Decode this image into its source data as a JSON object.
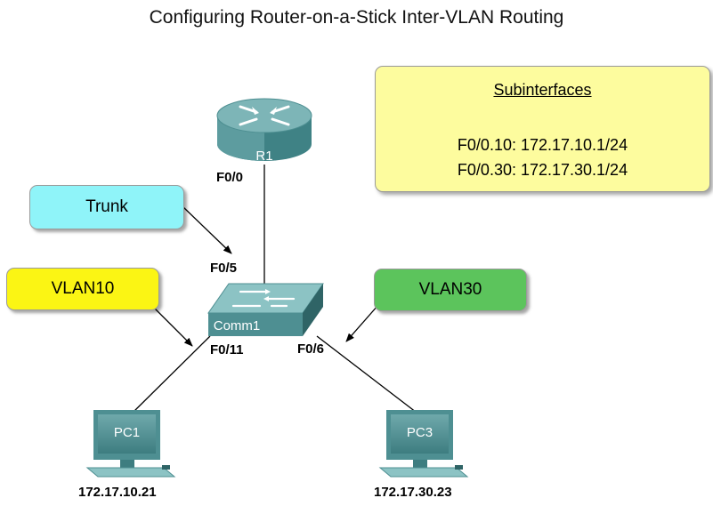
{
  "title": "Configuring Router-on-a-Stick Inter-VLAN Routing",
  "router": {
    "label": "R1",
    "port": "F0/0"
  },
  "switch": {
    "label": "Comm1",
    "port_trunk": "F0/5",
    "port_pc1": "F0/11",
    "port_pc3": "F0/6"
  },
  "pcs": [
    {
      "label": "PC1",
      "ip": "172.17.10.21"
    },
    {
      "label": "PC3",
      "ip": "172.17.30.23"
    }
  ],
  "callouts": {
    "trunk": {
      "text": "Trunk",
      "color": "#8ff4f9"
    },
    "vlan10": {
      "text": "VLAN10",
      "color": "#fbf514"
    },
    "vlan30": {
      "text": "VLAN30",
      "color": "#5cc45c"
    }
  },
  "subinterfaces": {
    "title": "Subinterfaces",
    "lines": [
      "F0/0.10: 172.17.10.1/24",
      "F0/0.30: 172.17.30.1/24"
    ],
    "color": "#fdfc9e"
  },
  "colors": {
    "device": "#4e8f92",
    "device_light": "#8cc3c4",
    "device_dark": "#2f6466"
  }
}
